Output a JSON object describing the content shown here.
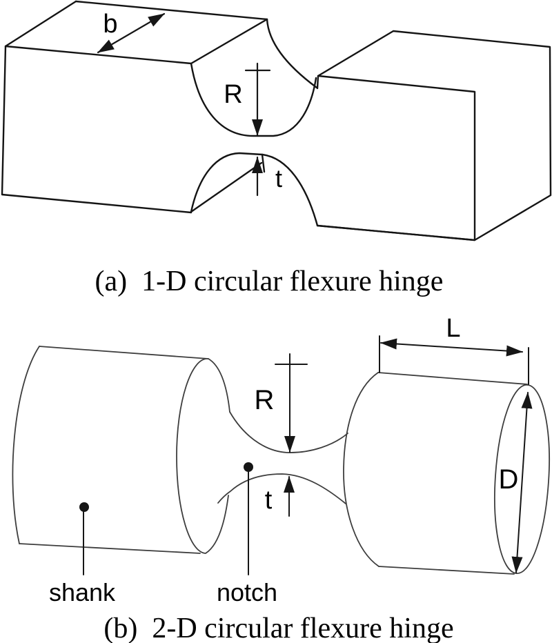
{
  "figure": {
    "panel_a": {
      "caption": "(a)  1-D circular flexure hinge",
      "labels": {
        "width": "b",
        "radius": "R",
        "thickness": "t"
      }
    },
    "panel_b": {
      "caption": "(b)  2-D circular flexure hinge",
      "labels": {
        "length": "L",
        "diameter": "D",
        "radius": "R",
        "thickness": "t",
        "shank": "shank",
        "notch": "notch"
      }
    },
    "colors": {
      "panel_a_line": "#141414",
      "panel_b_line": "#3d3d3d",
      "dimension_line": "#161616",
      "text": "#000000",
      "background": "#ffffff"
    }
  }
}
